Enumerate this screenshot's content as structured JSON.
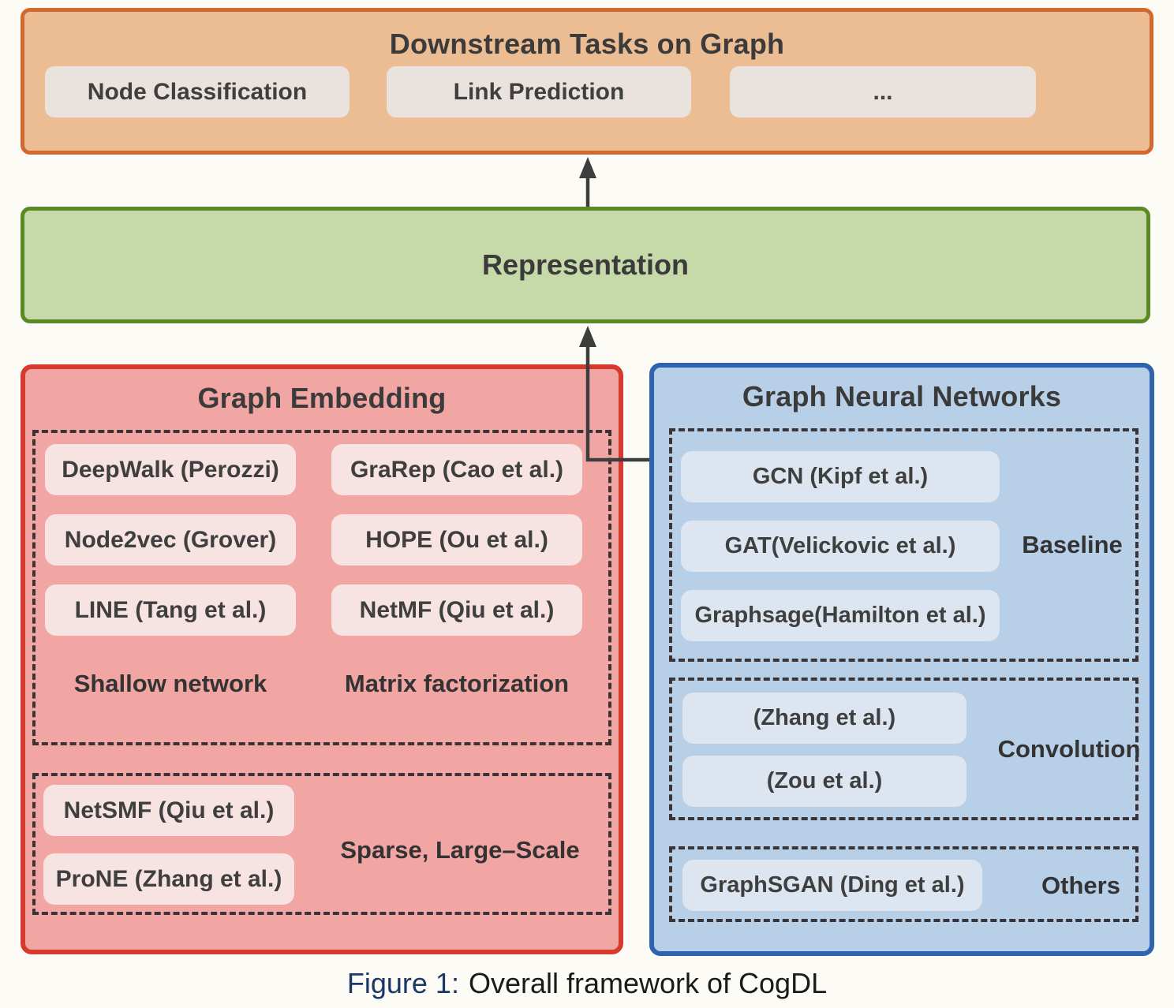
{
  "colors": {
    "downstream_border": "#d2692e",
    "downstream_bg": "#ecbc93",
    "representation_border": "#5a8a23",
    "representation_bg": "#c5d9a9",
    "embedding_border": "#d6392e",
    "embedding_bg": "#f1a6a4",
    "embedding_pill_bg": "#f6e3e2",
    "gnn_border": "#2f63ad",
    "gnn_bg": "#b8cfe8",
    "gnn_pill_bg": "#dde6f0",
    "neutral_pill_bg": "#eae2dd",
    "arrow": "#3d3d3d"
  },
  "downstream": {
    "title": "Downstream Tasks on Graph",
    "tasks": [
      "Node Classification",
      "Link Prediction",
      "..."
    ]
  },
  "representation": {
    "title": "Representation"
  },
  "embedding": {
    "title": "Graph Embedding",
    "shallow_matrix": {
      "pills": [
        "DeepWalk (Perozzi)",
        "GraRep (Cao et al.)",
        "Node2vec (Grover)",
        "HOPE (Ou et al.)",
        "LINE (Tang et al.)",
        "NetMF (Qiu et al.)"
      ],
      "labels": [
        "Shallow network",
        "Matrix factorization"
      ]
    },
    "sparse": {
      "pills": [
        "NetSMF (Qiu et al.)",
        "ProNE (Zhang et al.)"
      ],
      "label": "Sparse, Large–Scale"
    }
  },
  "gnn": {
    "title": "Graph Neural Networks",
    "baseline": {
      "pills": [
        "GCN (Kipf et al.)",
        "GAT(Velickovic et al.)",
        "Graphsage(Hamilton et al.)"
      ],
      "label": "Baseline"
    },
    "convolution": {
      "pills": [
        "(Zhang et al.)",
        "(Zou et al.)"
      ],
      "label": "Convolution"
    },
    "others": {
      "pills": [
        "GraphSGAN (Ding et al.)"
      ],
      "label": "Others"
    }
  },
  "caption": {
    "figure_label": "Figure 1:",
    "text": "Overall framework of CogDL"
  }
}
